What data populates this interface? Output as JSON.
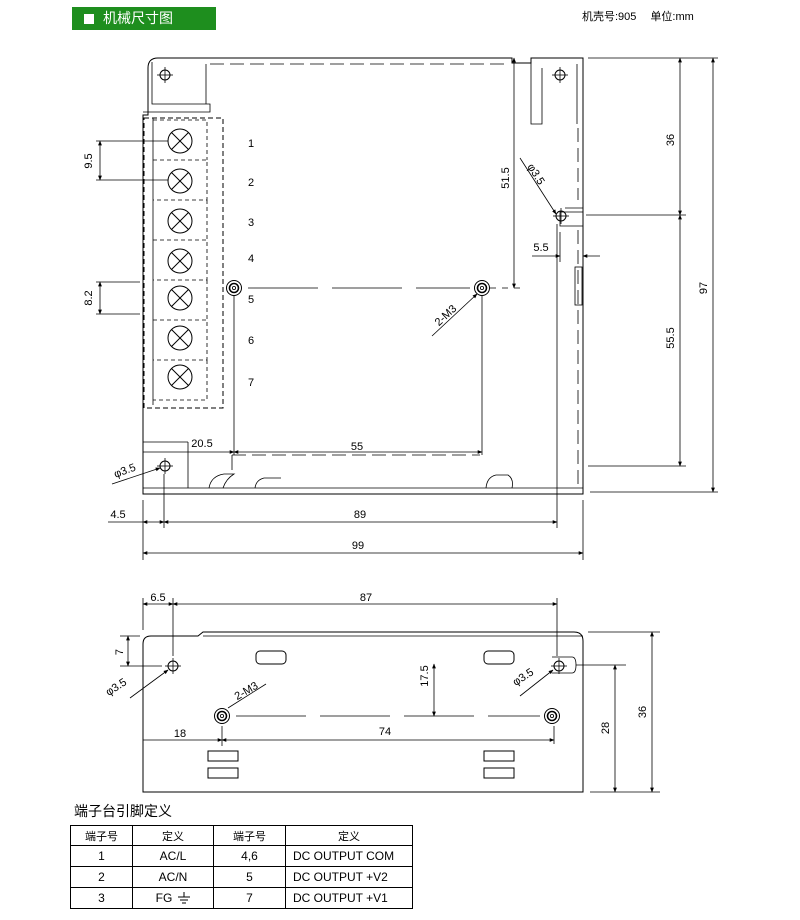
{
  "header": {
    "section_title": "机械尺寸图",
    "model_label": "机壳号:905",
    "unit_label": "单位:mm"
  },
  "top_view": {
    "terminal_numbers": [
      "1",
      "2",
      "3",
      "4",
      "5",
      "6",
      "7"
    ],
    "dimensions": {
      "pitch_top": "9.5",
      "pitch_mid": "8.2",
      "right_upper": "36",
      "right_lower": "55.5",
      "total_height": "97",
      "hole_vertical": "51.5",
      "hole_diameter": "φ3.5",
      "hole_offset": "5.5",
      "mount_holes": "2-M3",
      "left_offset": "20.5",
      "hole_spacing": "55",
      "corner_hole": "φ3.5",
      "edge_offset": "4.5",
      "hole_span": "89",
      "total_width": "99"
    }
  },
  "side_view": {
    "dimensions": {
      "left_offset": "6.5",
      "hole_span": "87",
      "top_offset": "7",
      "hole_left": "φ3.5",
      "mount_holes": "2-M3",
      "hole_height": "17.5",
      "hole_right": "φ3.5",
      "left_mount": "18",
      "mount_span": "74",
      "height_inner": "28",
      "height_total": "36"
    }
  },
  "pin_table": {
    "title": "端子台引脚定义",
    "headers": [
      "端子号",
      "定义",
      "端子号",
      "定义"
    ],
    "rows": [
      [
        "1",
        "AC/L",
        "4,6",
        "DC OUTPUT COM"
      ],
      [
        "2",
        "AC/N",
        "5",
        "DC OUTPUT +V2"
      ],
      [
        "3",
        "FG",
        "7",
        "DC OUTPUT +V1"
      ]
    ]
  }
}
